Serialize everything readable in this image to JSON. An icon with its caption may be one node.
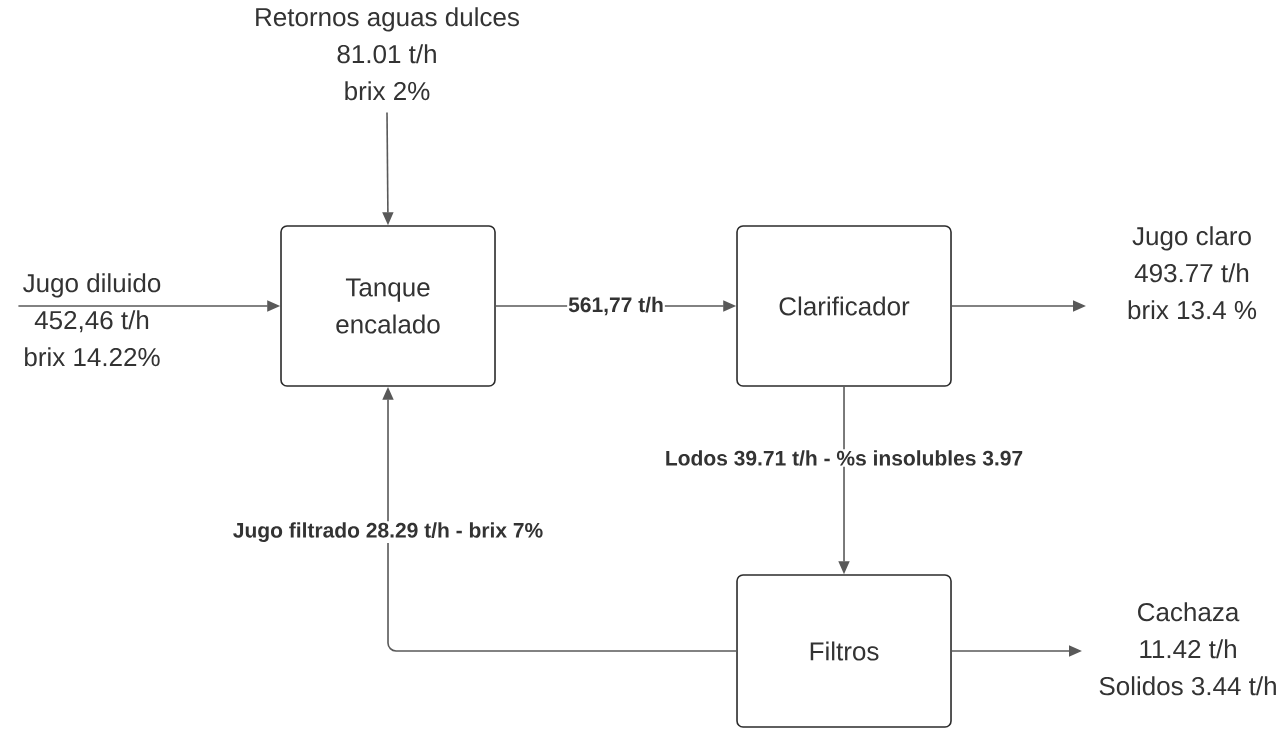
{
  "diagram": {
    "nodes": [
      {
        "text": [
          "Retornos aguas dulces",
          "81.01 t/h",
          "brix 2%"
        ]
      },
      {
        "text": [
          "Jugo diluido",
          "452,46 t/h",
          "brix 14.22%"
        ]
      },
      {
        "text": [
          "Tanque encalado"
        ]
      },
      {
        "text": [
          "Clarificador"
        ]
      },
      {
        "text": [
          "Jugo claro",
          "493.77 t/h",
          "brix 13.4 %"
        ]
      },
      {
        "text": [
          "Filtros"
        ]
      },
      {
        "text": [
          "Cachaza",
          "11.42 t/h",
          "Solidos 3.44 t/h"
        ]
      }
    ],
    "edges": [
      {
        "from": 0,
        "to": 2,
        "arrow": "to"
      },
      {
        "from": 1,
        "to": 2,
        "arrow": "to"
      },
      {
        "from": 2,
        "to": 3,
        "arrow": "to",
        "label": "561,77 t/h"
      },
      {
        "from": 3,
        "to": 4,
        "arrow": "to"
      },
      {
        "from": 3,
        "to": 5,
        "arrow": "to",
        "label": "Lodos 39.71 t/h - %s insolubles 3.97"
      },
      {
        "from": 5,
        "to": 2,
        "arrow": "to",
        "label": "Jugo filtrado 28.29 t/h - brix 7%"
      },
      {
        "from": 5,
        "to": 6,
        "arrow": "to"
      }
    ]
  }
}
